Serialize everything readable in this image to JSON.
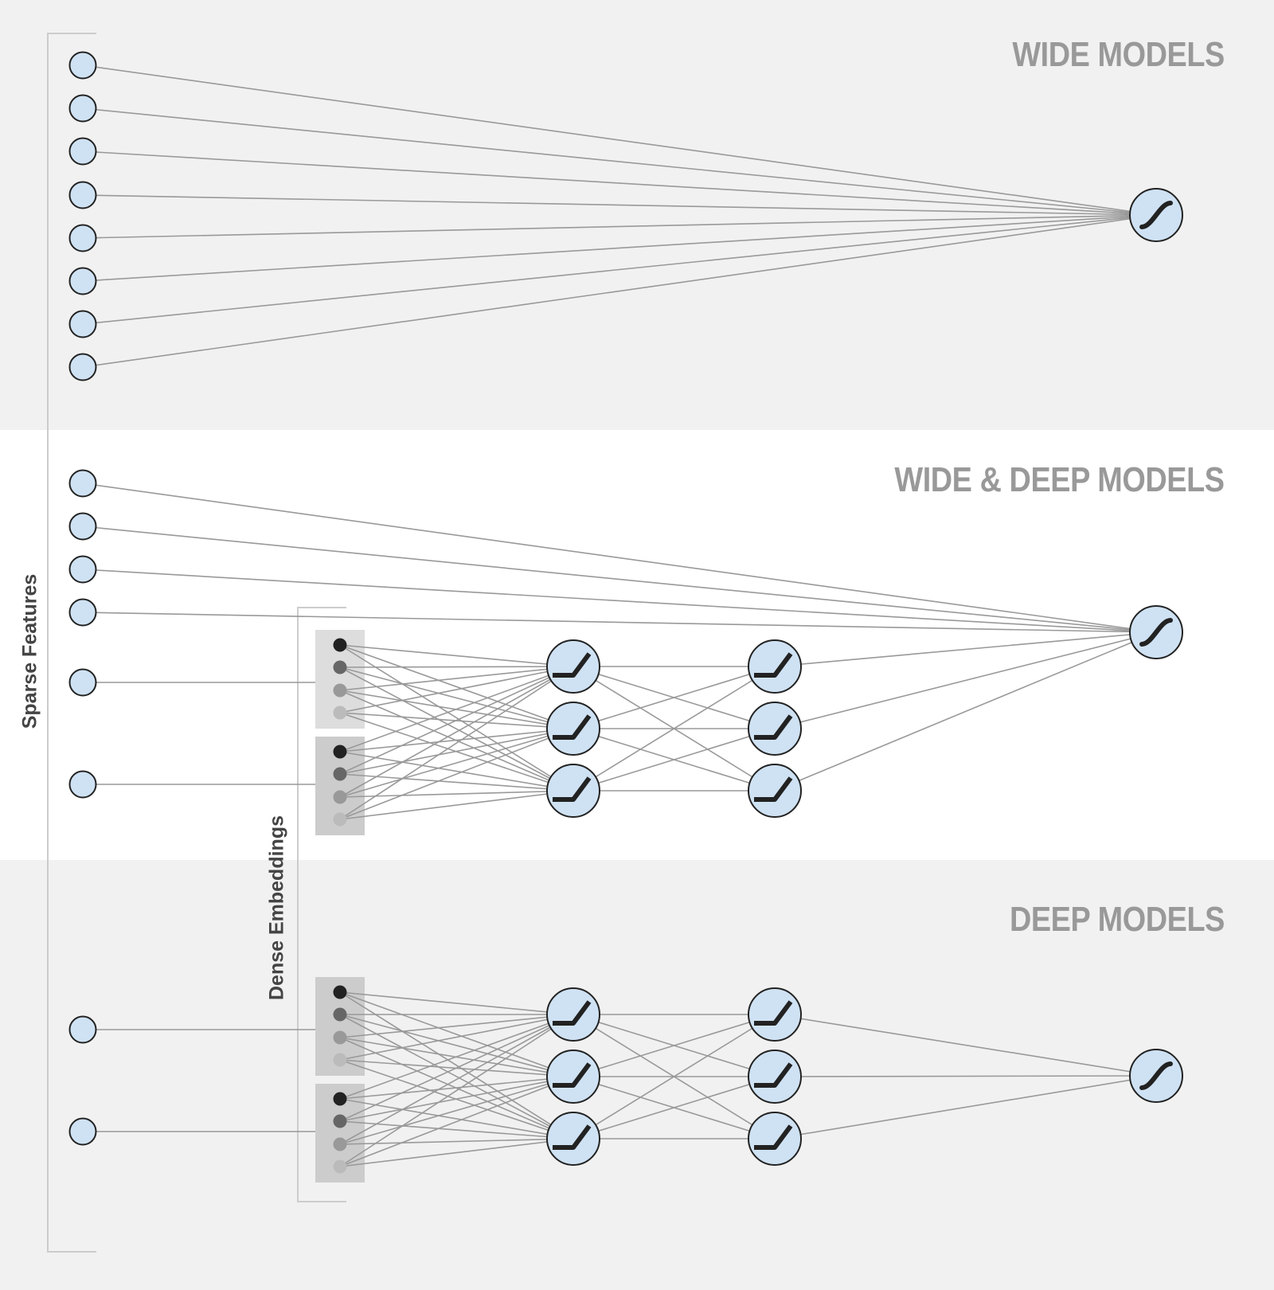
{
  "sections": {
    "wide": {
      "title": "WIDE MODELS"
    },
    "wide_deep": {
      "title": "WIDE & DEEP MODELS"
    },
    "deep": {
      "title": "DEEP MODELS"
    }
  },
  "labels": {
    "sparse_features": "Sparse Features",
    "dense_embeddings": "Dense Embeddings"
  },
  "colors": {
    "band_alt": "#f1f1f1",
    "node_fill": "#cfe2f3",
    "node_stroke": "#222222",
    "edge": "#999999",
    "embedding_box_light": "#dddddd",
    "embedding_box_dark": "#cccccc",
    "embedding_dots": [
      "#222222",
      "#666666",
      "#999999",
      "#bbbbbb"
    ],
    "title": "#999999",
    "label": "#444444"
  },
  "icons": {
    "input_node": "circle",
    "output_node": "sigmoid-icon",
    "hidden_node": "relu-icon"
  }
}
